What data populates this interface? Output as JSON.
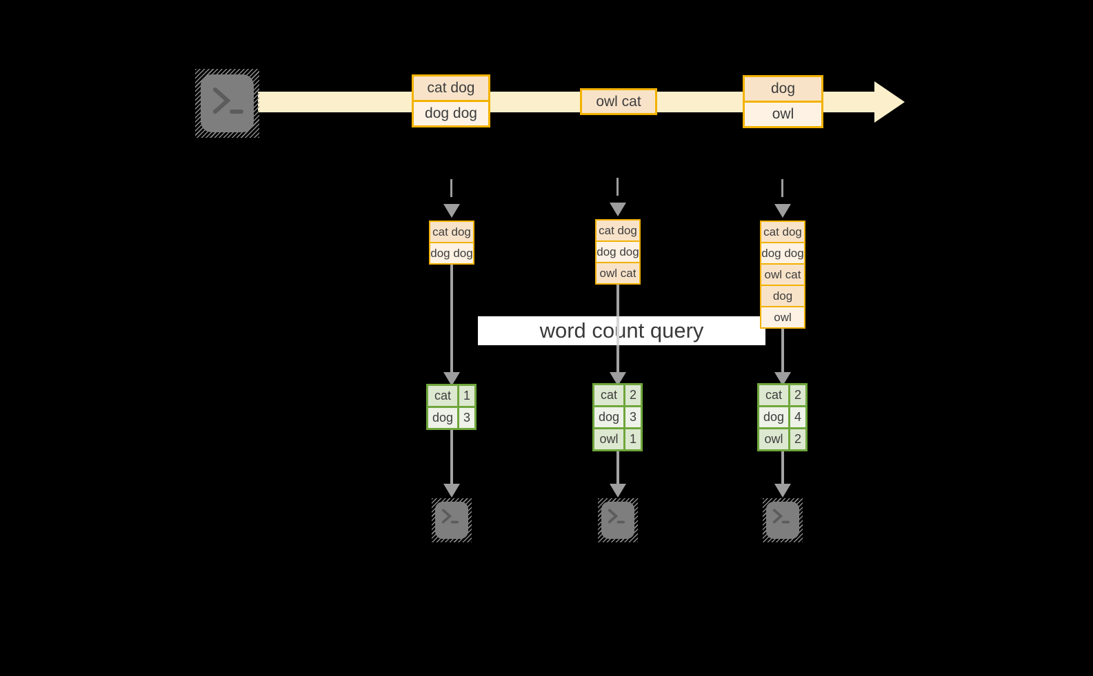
{
  "diagram": {
    "query_label": "word count query",
    "timeline_events": [
      {
        "rows": [
          "cat dog",
          "dog dog"
        ]
      },
      {
        "rows": [
          "owl cat"
        ]
      },
      {
        "rows": [
          "dog",
          "owl"
        ]
      }
    ],
    "columns": [
      {
        "buffer_rows": [
          "cat dog",
          "dog dog"
        ],
        "count_rows": [
          {
            "word": "cat",
            "count": "1"
          },
          {
            "word": "dog",
            "count": "3"
          }
        ]
      },
      {
        "buffer_rows": [
          "cat dog",
          "dog dog",
          "owl cat"
        ],
        "count_rows": [
          {
            "word": "cat",
            "count": "2"
          },
          {
            "word": "dog",
            "count": "3"
          },
          {
            "word": "owl",
            "count": "1"
          }
        ]
      },
      {
        "buffer_rows": [
          "cat dog",
          "dog dog",
          "owl cat",
          "dog",
          "owl"
        ],
        "count_rows": [
          {
            "word": "cat",
            "count": "2"
          },
          {
            "word": "dog",
            "count": "4"
          },
          {
            "word": "owl",
            "count": "2"
          }
        ]
      }
    ],
    "icons": {
      "source": "terminal-icon",
      "sinks": [
        "terminal-icon",
        "terminal-icon",
        "terminal-icon"
      ],
      "terminal_prompt_glyph": ">_"
    },
    "colors": {
      "background": "#000000",
      "event_border": "#f2b200",
      "event_fill_dark": "#f8e3c9",
      "event_fill_light": "#fdf2e4",
      "timeline_band": "#fbf0cb",
      "table_border": "#6fa63c",
      "table_fill_dark": "#dde8d0",
      "table_fill_light": "#eef2e8",
      "arrow_gray": "#9e9e9e",
      "terminal_gray": "#7e7e7e",
      "banner_bg": "#ffffff",
      "text": "#3d3d3d"
    }
  }
}
